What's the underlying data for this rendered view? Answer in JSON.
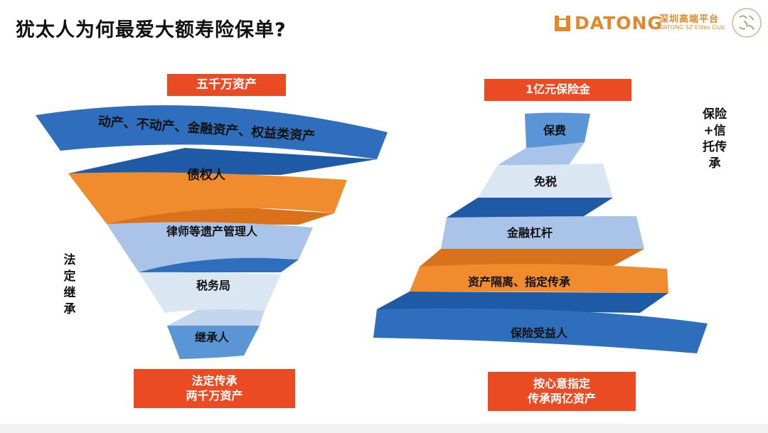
{
  "slide": {
    "title": "犹太人为何最爱大额寿险保单?"
  },
  "logo": {
    "brand": "DATONG",
    "cn_name": "深圳高端平台",
    "en_name": "DATONG SZ Elites Club",
    "brand_color": "#e2872a"
  },
  "left": {
    "top_box": "五千万资产",
    "bands": [
      {
        "label": "动产、不动产、金融资产、权益类资产",
        "color": "#2e6ebd"
      },
      {
        "label": "债权人",
        "color": "#f08c2d"
      },
      {
        "label": "律师等遗产管理人",
        "color": "#a9c4e8"
      },
      {
        "label": "税务局",
        "color": "#dbe6f3"
      },
      {
        "label": "继承人",
        "color": "#5a96d6"
      }
    ],
    "side_label": "法定继承",
    "bottom_box": {
      "line1": "法定传承",
      "line2": "两千万资产"
    }
  },
  "right": {
    "top_box": "1亿元保险金",
    "bands": [
      {
        "label": "保费",
        "color": "#5a96d6"
      },
      {
        "label": "免税",
        "color": "#dbe6f3"
      },
      {
        "label": "金融杠杆",
        "color": "#a9c4e8"
      },
      {
        "label": "资产隔离、指定传承",
        "color": "#f08c2d"
      },
      {
        "label": "保险受益人",
        "color": "#2e6ebd"
      }
    ],
    "side_label": "保险+信托传承",
    "bottom_box": {
      "line1": "按心意指定",
      "line2": "传承两亿资产"
    }
  },
  "colors": {
    "box_red": "#ea4b23",
    "dark_blue": "#2e6ebd",
    "orange": "#f08c2d"
  }
}
